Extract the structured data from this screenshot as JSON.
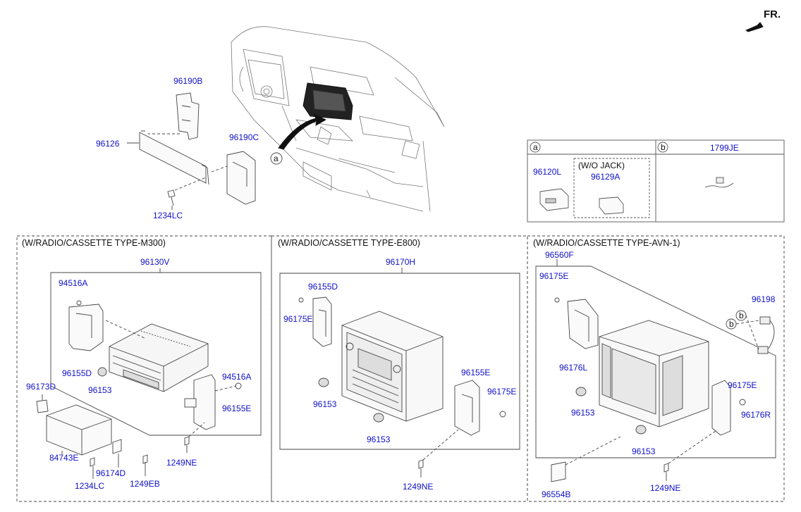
{
  "fr_label": "FR.",
  "callout_a": "a",
  "callout_b": "b",
  "legend": {
    "a_header": "a",
    "b_header": "b",
    "b_part": "1799JE",
    "a_part1": "96120L",
    "a_sub_title": "(W/O JACK)",
    "a_part2": "96129A"
  },
  "top": {
    "p96190B": "96190B",
    "p96126": "96126",
    "p96190C": "96190C",
    "p1234LC": "1234LC"
  },
  "sections": {
    "m300": {
      "title": "(W/RADIO/CASSETTE TYPE-M300)",
      "main": "96130V",
      "parts": [
        "94516A",
        "96155D",
        "96153",
        "94516A",
        "96155E",
        "96173D",
        "84743E",
        "96174D",
        "1249EB",
        "1234LC",
        "1249NE"
      ]
    },
    "e800": {
      "title": "(W/RADIO/CASSETTE TYPE-E800)",
      "main": "96170H",
      "parts": [
        "96155D",
        "96175E",
        "96153",
        "96153",
        "96155E",
        "96175E",
        "1249NE"
      ]
    },
    "avn": {
      "title": "(W/RADIO/CASSETTE TYPE-AVN-1)",
      "main": "96560F",
      "parts": [
        "96175E",
        "96198",
        "96176L",
        "96153",
        "96153",
        "96175E",
        "96176R",
        "96554B",
        "1249NE"
      ]
    }
  }
}
